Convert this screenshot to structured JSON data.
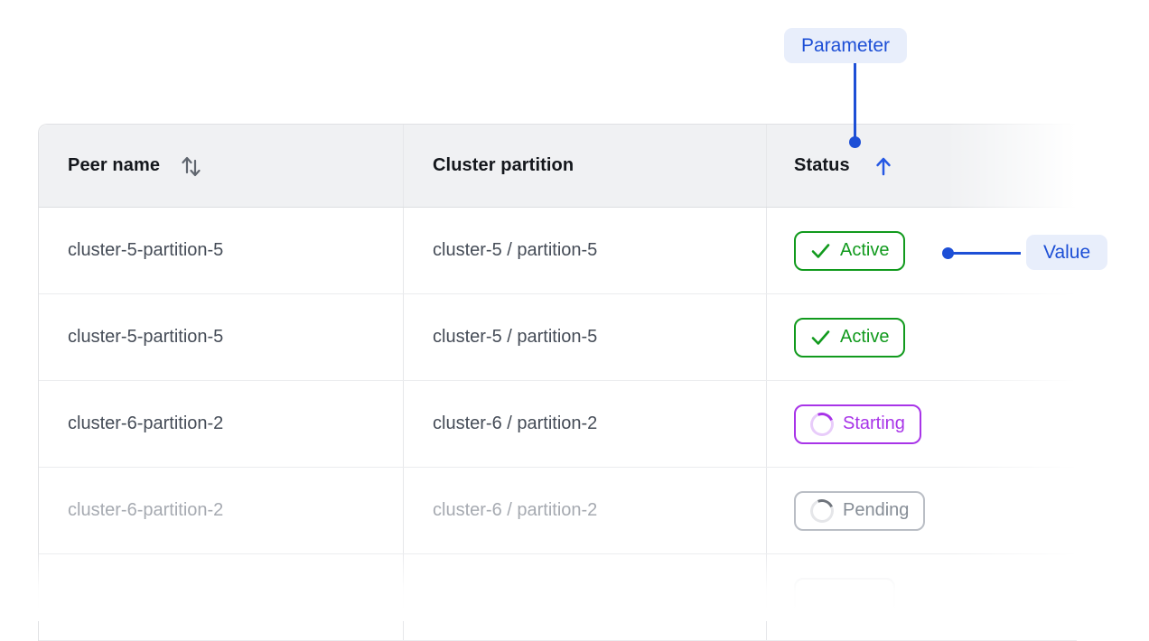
{
  "annotations": {
    "parameter_pill": "Parameter",
    "value_pill": "Value",
    "accent_color": "#1d4fd6"
  },
  "table": {
    "header": {
      "peer_name": "Peer name",
      "cluster_partition": "Cluster partition",
      "status": "Status",
      "peer_name_sort_state": "unsorted",
      "status_sort_state": "ascending"
    },
    "rows": [
      {
        "peer_name": "cluster-5-partition-5",
        "cluster_partition": "cluster-5 / partition-5",
        "status": "Active",
        "status_state": "active",
        "dimmed": false
      },
      {
        "peer_name": "cluster-5-partition-5",
        "cluster_partition": "cluster-5 / partition-5",
        "status": "Active",
        "status_state": "active",
        "dimmed": false
      },
      {
        "peer_name": "cluster-6-partition-2",
        "cluster_partition": "cluster-6 / partition-2",
        "status": "Starting",
        "status_state": "starting",
        "dimmed": false
      },
      {
        "peer_name": "cluster-6-partition-2",
        "cluster_partition": "cluster-6 / partition-2",
        "status": "Pending",
        "status_state": "pending",
        "dimmed": true
      }
    ],
    "status_colors": {
      "active": "#119a1d",
      "starting": "#a834e8",
      "pending": "#868d96"
    }
  }
}
